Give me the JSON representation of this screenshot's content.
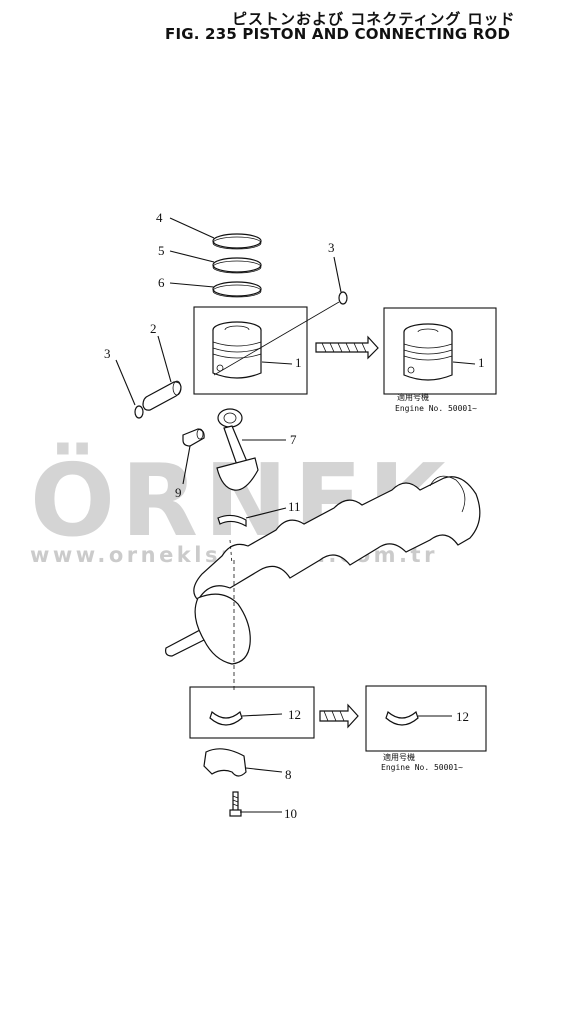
{
  "title_jp": "ピストンおよび コネクティング ロッド",
  "title_en": "FIG. 235  PISTON AND CONNECTING ROD",
  "callouts": {
    "c1a": "1",
    "c1b": "1",
    "c2": "2",
    "c3a": "3",
    "c3b": "3",
    "c4": "4",
    "c5": "5",
    "c6": "6",
    "c7": "7",
    "c8": "8",
    "c9": "9",
    "c10": "10",
    "c11": "11",
    "c12a": "12",
    "c12b": "12"
  },
  "engine_note_1": {
    "jp": "適用号機",
    "text": "Engine  No. 50001~"
  },
  "engine_note_2": {
    "jp": "適用号機",
    "text": "Engine  No. 50001~"
  },
  "watermark": {
    "logo": "ÖRNEK",
    "url": "www.orneklsmakina.com.tr",
    "color": "#c9c9c9"
  }
}
